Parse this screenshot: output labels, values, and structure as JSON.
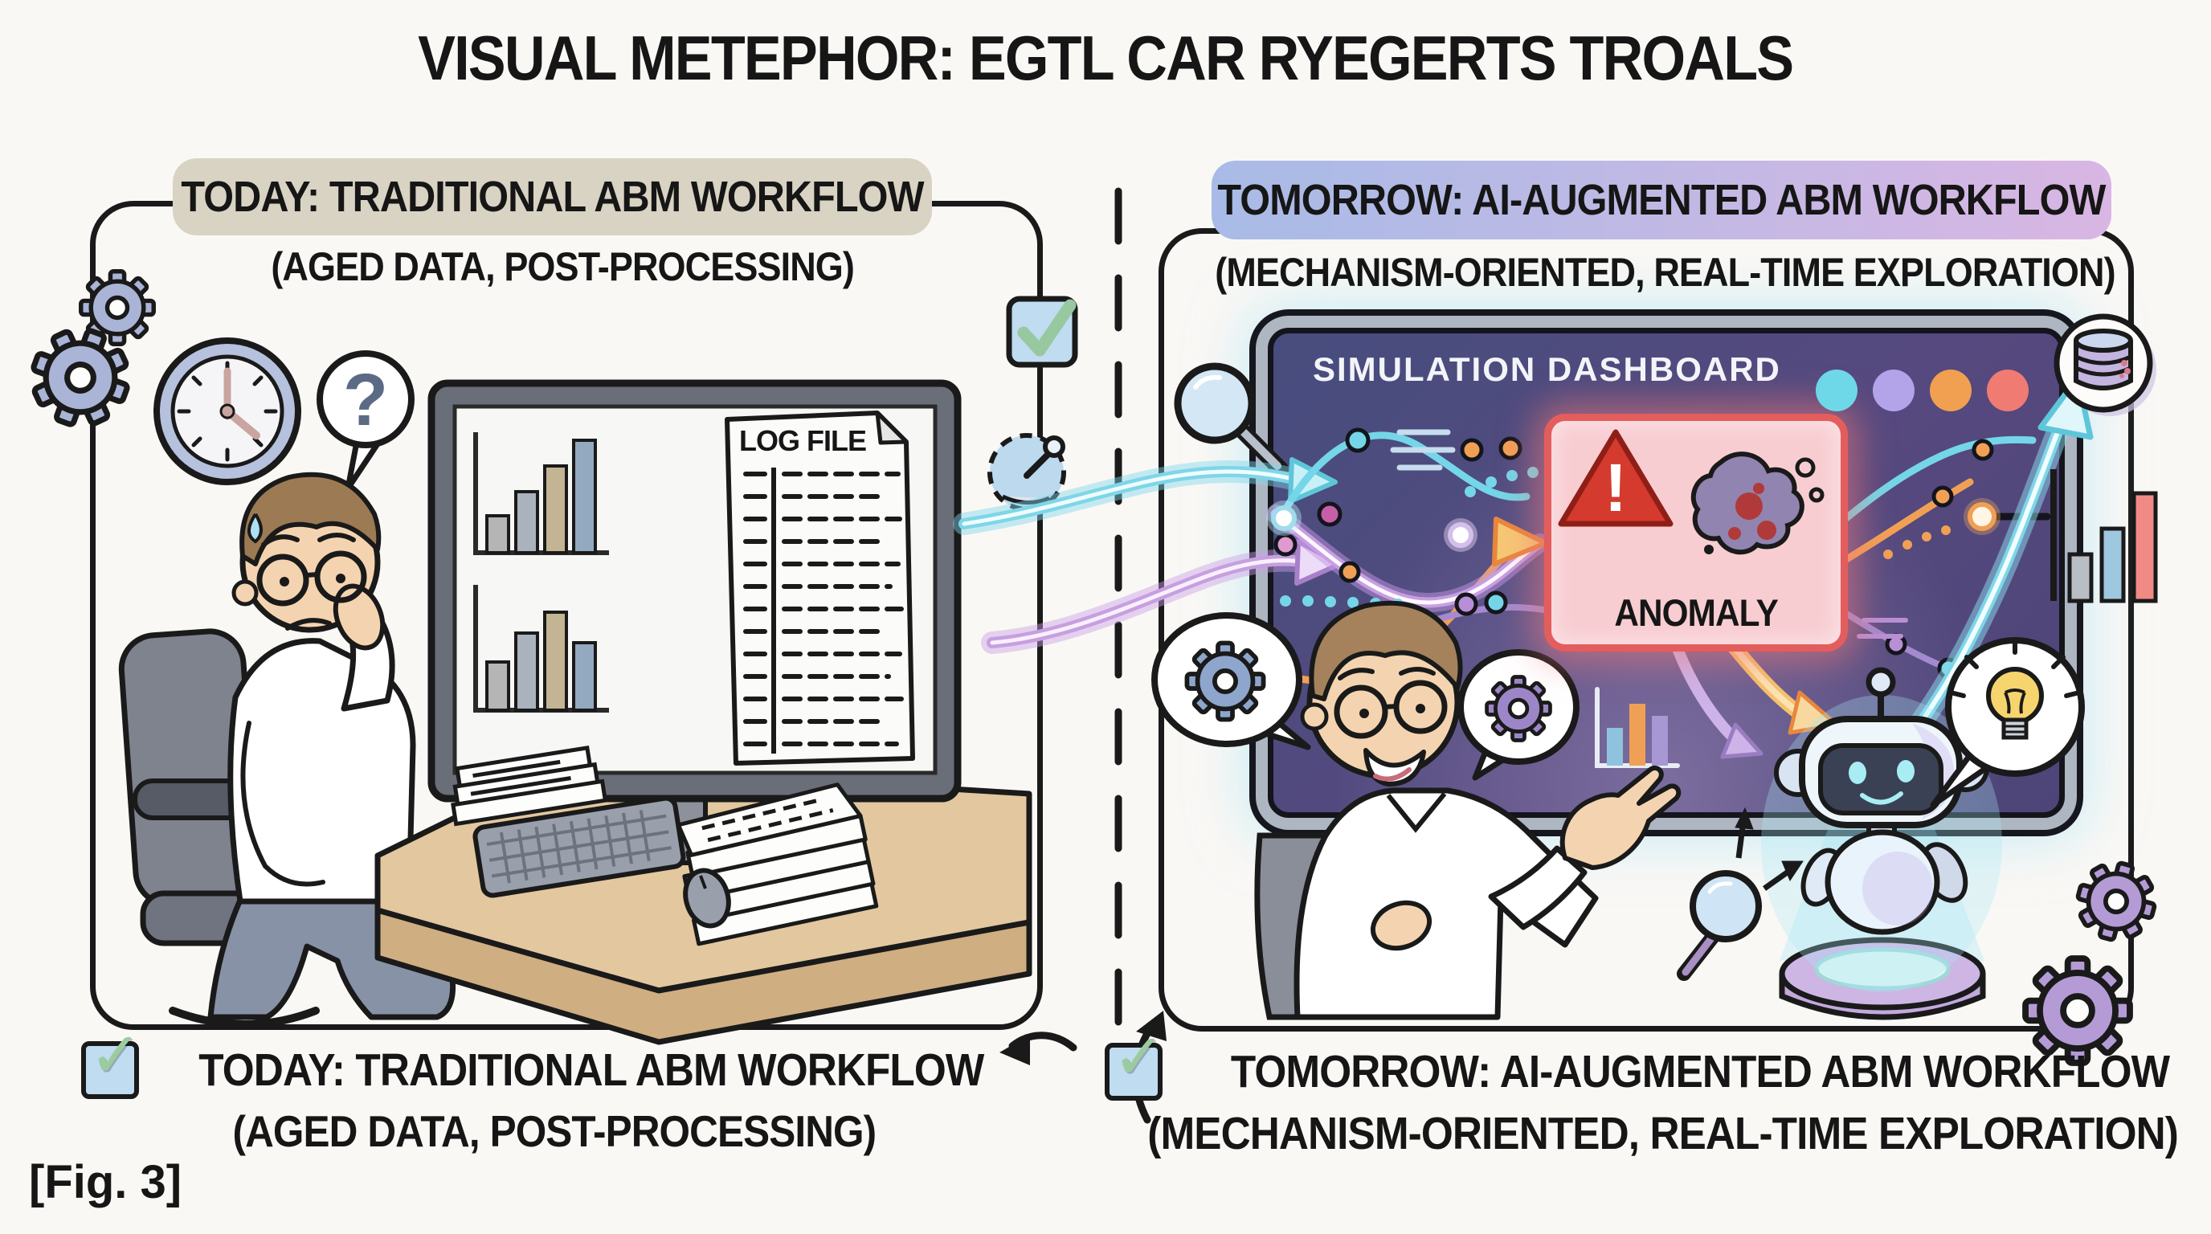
{
  "title": "VISUAL METEPHOR: EGTL CAR RYEGERTS TROALS",
  "fig_label": "[Fig. 3]",
  "left_panel": {
    "header": "TODAY: TRADITIONAL ABM WORKFLOW",
    "subtitle": "(AGED DATA, POST-PROCESSING)",
    "log_file_title": "LOG FILE"
  },
  "right_panel": {
    "header": "TOMORROW: AI-AUGMENTED ABM WORKFLOW",
    "subtitle": "(MECHANISM-ORIENTED, REAL-TIME EXPLORATION)",
    "dashboard_title": "SIMULATION DASHBOARD",
    "anomaly_label": "ANOMALY"
  },
  "captions": {
    "left_line1": "TODAY: TRADITIONAL ABM WORKFLOW",
    "left_line2": "(AGED DATA, POST-PROCESSING)",
    "right_line1": "TOMORROW: AI-AUGMENTED ABM WORKFLOW",
    "right_line2": "(MECHANISM-ORIENTED, REAL-TIME EXPLORATION)"
  },
  "glyphs": {
    "checkmark": "✓",
    "question_mark": "?",
    "warning_exclamation": "!"
  },
  "icons": [
    "gears-icon",
    "clock-icon",
    "question-bubble-icon",
    "monitor-icon",
    "bar-chart-icon",
    "log-file-icon",
    "keyboard-icon",
    "mouse-icon",
    "papers-icon",
    "office-chair-icon",
    "checkbox-icon",
    "magnifier-icon",
    "gauge-icon",
    "flow-arrow-icon",
    "warning-triangle-icon",
    "anomaly-blob-icon",
    "speech-bubble-gear-icon",
    "robot-icon",
    "hologram-platform-icon",
    "lightbulb-bubble-icon",
    "database-icon"
  ],
  "colors": {
    "background": "#faf8f5",
    "outline": "#1a1a1a",
    "left_badge": "#d9d3c4",
    "right_badge_start": "#a8bbe6",
    "right_badge_end": "#d9b6e3",
    "dashboard_bg": "#4a4f7e",
    "anomaly_fill": "#f8cdd2",
    "anomaly_border": "#e35d5d",
    "cyan": "#74d6e8",
    "purple": "#b88fd6",
    "orange": "#f0a055",
    "green_check": "#97c8a0",
    "dashboard_dots": [
      "#6fd8e8",
      "#b3a3e8",
      "#f0a050",
      "#ef7b72"
    ]
  }
}
